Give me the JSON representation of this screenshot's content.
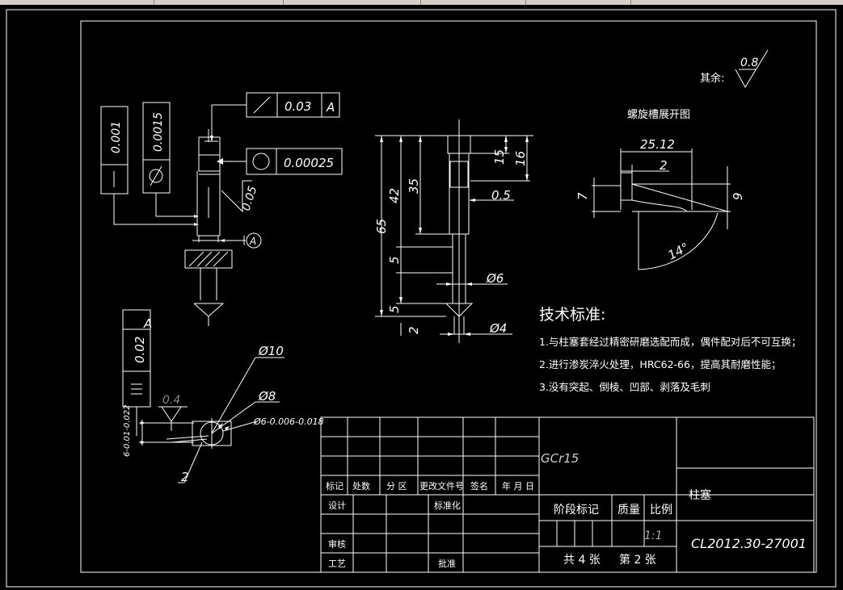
{
  "surface_finish_note": {
    "label": "其余:",
    "value": "0.8"
  },
  "spiral_groove": {
    "title": "螺旋槽展开图",
    "dim_width": "25.12",
    "dim_pitch": "2",
    "dim_left": "7",
    "dim_right": "9",
    "angle": "14°"
  },
  "left_view": {
    "runout_tolerance": "0.03",
    "runout_datum": "A",
    "roundness_tolerance": "0.00025",
    "straightness_tolerance": "0.001",
    "cylindricity_tolerance": "0.0015",
    "flatness": "0.05",
    "datum_label": "A"
  },
  "middle_view": {
    "dim_65": "65",
    "dim_42": "42",
    "dim_35": "35",
    "dim_15": "15",
    "dim_16": "16",
    "dim_05": "0.5",
    "dim_5a": "5",
    "dim_5b": "5",
    "dim_2": "2",
    "dia_6": "Ø6",
    "dia_4": "Ø4"
  },
  "bottom_view": {
    "symmetry_tolerance": "0.02",
    "symmetry_datum": "A",
    "roughness": "0.4",
    "dia_10": "Ø10",
    "dia_8": "Ø8",
    "dia_small": "Ø6-0.006-0.018",
    "dim_left": "6-0.01-0.022",
    "dim_2": "2"
  },
  "tech_requirements": {
    "title": "技术标准:",
    "items": [
      "1.与柱塞套经过精密研磨选配而成，偶件配对后不可互换；",
      "2.进行渗炭淬火处理，HRC62-66，提高其耐磨性能；",
      "3.没有突起、倒棱、凹部、剥落及毛刺"
    ]
  },
  "title_block": {
    "material": "GCr15",
    "part_name": "柱塞",
    "drawing_no": "CL2012.30-27001",
    "header_cells": [
      "标记",
      "处数",
      "分 区",
      "更改文件号",
      "签名",
      "年 月 日"
    ],
    "design": "设计",
    "standardize": "标准化",
    "review": "审核",
    "process": "工艺",
    "approve": "批准",
    "stage_mark": "阶段标记",
    "weight": "质量",
    "scale_label": "比例",
    "scale": "1:1",
    "sheets": "共 4 张",
    "sheet_no": "第 2 张"
  }
}
